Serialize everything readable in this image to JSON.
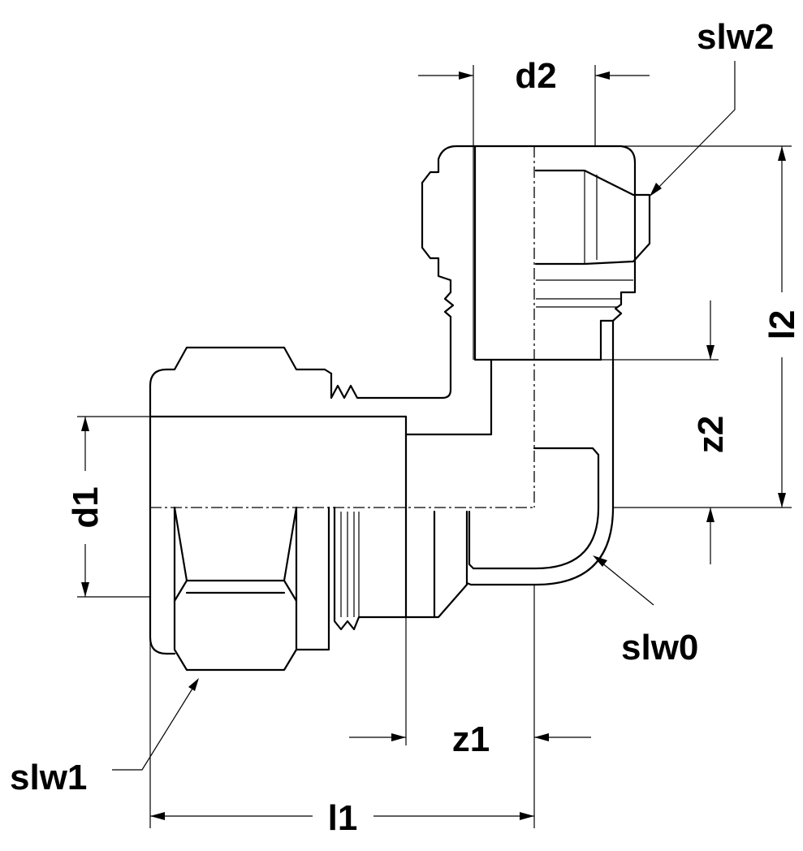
{
  "title": "Elbow compression fitting dimension drawing",
  "labels": {
    "d1": "d1",
    "d2": "d2",
    "l1": "l1",
    "l2": "l2",
    "z1": "z1",
    "z2": "z2",
    "slw0": "slw0",
    "slw1": "slw1",
    "slw2": "slw2"
  }
}
